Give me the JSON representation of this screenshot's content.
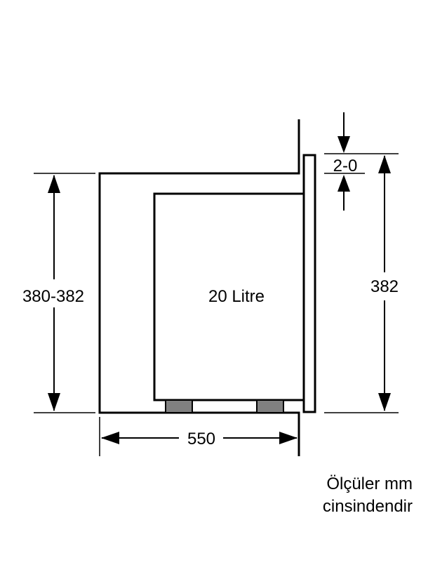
{
  "diagram": {
    "cavity_label": "20 Litre",
    "dim_height_left": "380-382",
    "dim_height_right": "382",
    "dim_gap_top": "2-0",
    "dim_depth": "550"
  },
  "note": {
    "line1": "Ölçüler mm",
    "line2": "cinsindendir"
  },
  "colors": {
    "line": "#000000",
    "feet": "#808080",
    "background": "#ffffff"
  }
}
